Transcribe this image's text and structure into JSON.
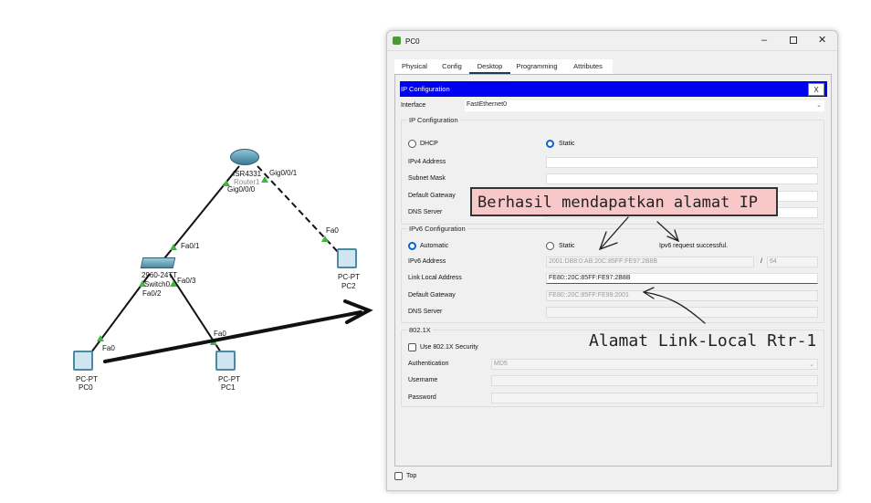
{
  "topology": {
    "router": {
      "model": "ISR4331",
      "name": "Router1"
    },
    "switch": {
      "model": "2960-24TT",
      "name": "Switch0"
    },
    "pcs": [
      {
        "model": "PC-PT",
        "name": "PC0"
      },
      {
        "model": "PC-PT",
        "name": "PC1"
      },
      {
        "model": "PC-PT",
        "name": "PC2"
      }
    ],
    "ports": {
      "r_g000": "Gig0/0/0",
      "r_g001": "Gig0/0/1",
      "s_fa01": "Fa0/1",
      "s_fa02": "Fa0/2",
      "s_fa03": "Fa0/3",
      "pc0_fa0": "Fa0",
      "pc1_fa0": "Fa0",
      "pc2_fa0": "Fa0"
    }
  },
  "window": {
    "title": "PC0",
    "tabs": [
      "Physical",
      "Config",
      "Desktop",
      "Programming",
      "Attributes"
    ],
    "active_tab": "Desktop",
    "top_label": "Top"
  },
  "ipconfig": {
    "title": "IP Configuration",
    "close": "X",
    "interface_label": "Interface",
    "interface_value": "FastEthernet0",
    "ipv4": {
      "group": "IP Configuration",
      "dhcp": "DHCP",
      "static": "Static",
      "mode": "Static",
      "ipv4_label": "IPv4 Address",
      "mask_label": "Subnet Mask",
      "gw_label": "Default Gateway",
      "dns_label": "DNS Server"
    },
    "ipv6": {
      "group": "IPv6 Configuration",
      "automatic": "Automatic",
      "static": "Static",
      "mode": "Automatic",
      "status": "Ipv6 request successful.",
      "addr_label": "IPv6 Address",
      "addr": "2001:DB8:0:AB:20C:85FF:FE97:2B8B",
      "slash": "/",
      "prefix": "64",
      "ll_label": "Link Local Address",
      "ll": "FE80::20C:85FF:FE97:2B8B",
      "gw_label": "Default Gateway",
      "gw": "FE80::20C:85FF:FE99:2001",
      "dns_label": "DNS Server"
    },
    "dot1x": {
      "group": "802.1X",
      "use": "Use 802.1X Security",
      "auth_label": "Authentication",
      "auth": "MD5",
      "user_label": "Username",
      "pass_label": "Password"
    }
  },
  "annotations": {
    "ip_success": "Berhasil mendapatkan alamat IP",
    "ll_router": "Alamat Link-Local Rtr-1"
  }
}
